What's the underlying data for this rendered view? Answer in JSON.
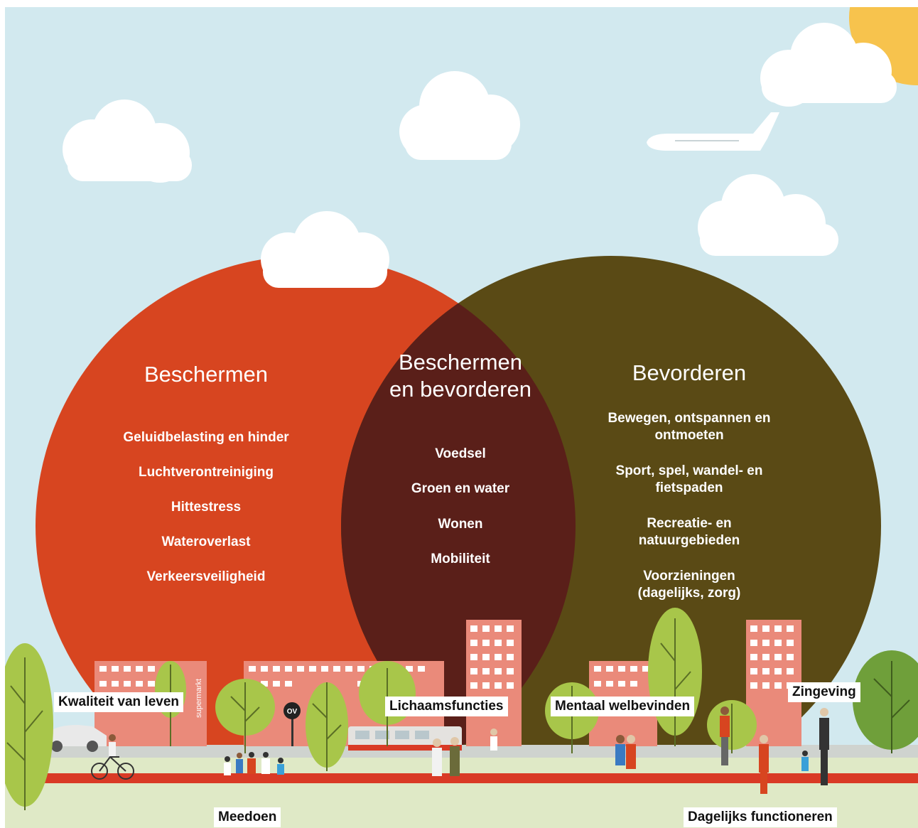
{
  "colors": {
    "sky": "#d2e9ef",
    "protect_circle": "#d74520",
    "promote_circle": "#5a4a15",
    "overlap": "#5a1f19",
    "sun": "#f7c34d",
    "building": "#ea8a7a",
    "tree": "#a8c64a",
    "road": "#d93a25",
    "path": "#dfe9c6"
  },
  "circles": {
    "protect": {
      "title": "Beschermen",
      "items": [
        "Geluidbelasting en hinder",
        "Luchtverontreiniging",
        "Hittestress",
        "Wateroverlast",
        "Verkeersveiligheid"
      ]
    },
    "overlap": {
      "title_line1": "Beschermen",
      "title_line2": "en bevorderen",
      "items": [
        "Voedsel",
        "Groen en water",
        "Wonen",
        "Mobiliteit"
      ]
    },
    "promote": {
      "title": "Bevorderen",
      "items": [
        {
          "line1": "Bewegen, ontspannen en",
          "line2": "ontmoeten"
        },
        {
          "line1": "Sport, spel, wandel- en",
          "line2": "fietspaden"
        },
        {
          "line1": "Recreatie- en",
          "line2": "natuurgebieden"
        },
        {
          "line1": "Voorzieningen",
          "line2": "(dagelijks, zorg)"
        }
      ]
    }
  },
  "street_labels": {
    "kwaliteit": "Kwaliteit van leven",
    "lichaam": "Lichaamsfuncties",
    "mentaal": "Mentaal welbevinden",
    "zingeving": "Zingeving",
    "meedoen": "Meedoen",
    "dagelijks": "Dagelijks functioneren"
  },
  "signs": {
    "supermarket": "supermarkt",
    "ov": "OV"
  },
  "icons": [
    "sun-icon",
    "cloud-icon",
    "airplane-icon",
    "tree-icon",
    "person-icon",
    "bicycle-icon",
    "car-icon",
    "tram-icon"
  ]
}
